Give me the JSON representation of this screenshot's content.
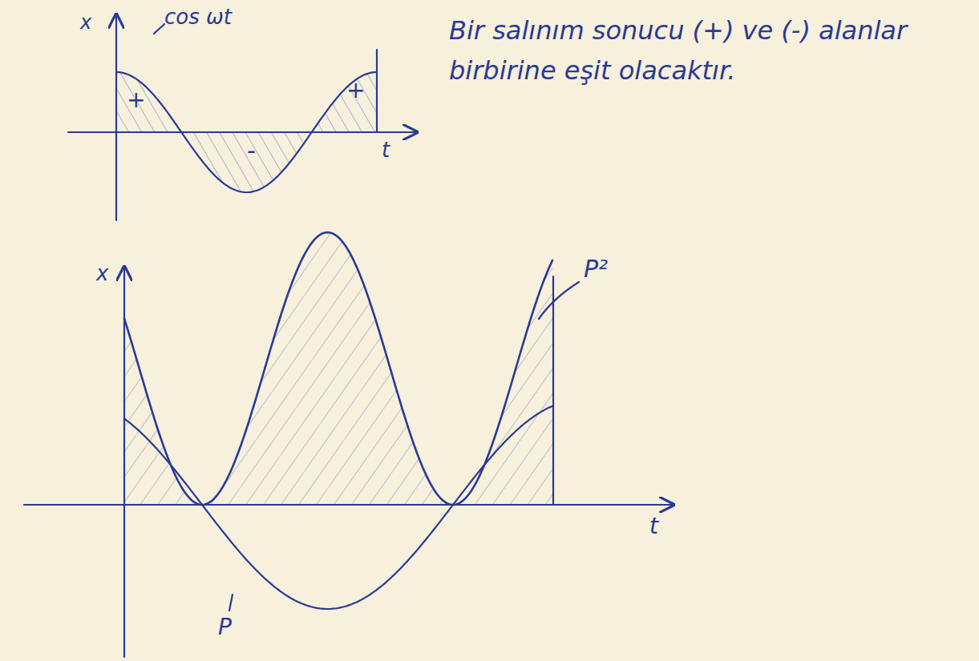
{
  "diagram": {
    "labels": [
      "x",
      "cos ωt",
      "+",
      "-",
      "+",
      "t",
      "Bir salınım sonucu (+) ve (-) alanlar birbirine eşit olacaktır.",
      "x",
      "P²",
      "t",
      "P"
    ]
  }
}
